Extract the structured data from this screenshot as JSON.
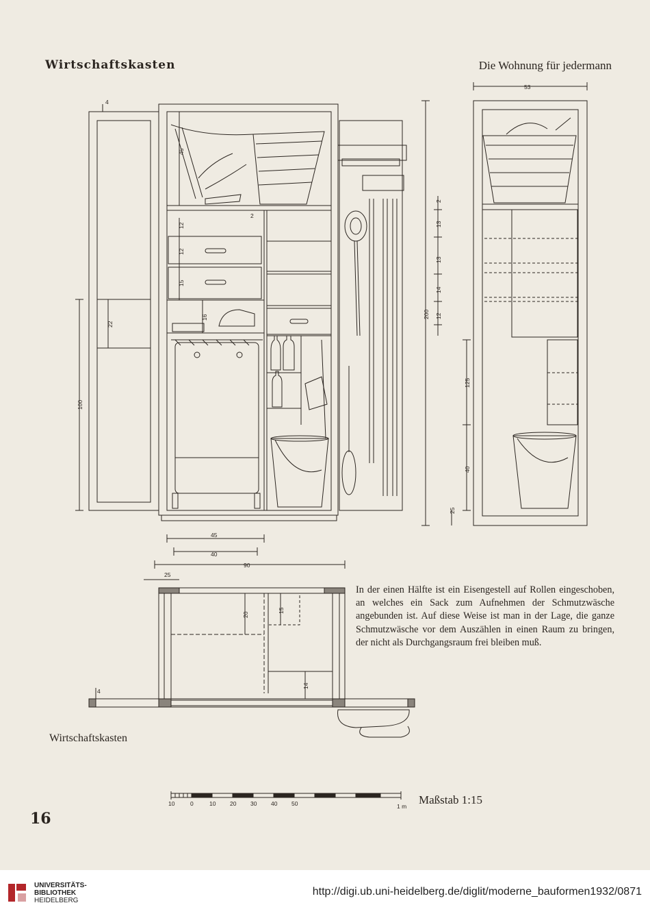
{
  "header": {
    "left_title": "Wirtschaftskasten",
    "right_title": "Die Wohnung für jedermann"
  },
  "paragraph": "In der einen Hälfte ist ein Eisengestell auf Rollen eingeschoben, an welches ein Sack zum Aufnehmen der Schmutzwäsche angebunden ist. Auf diese Weise ist man in der Lage, die ganze Schmutzwäsche vor dem Auszählen in einen Raum zu bringen, der nicht als Durchgangsraum frei bleiben muß.",
  "caption": "Wirtschaftskasten",
  "scale": {
    "label": "Maßstab 1:15",
    "ticks": [
      "10",
      "0",
      "10",
      "20",
      "30",
      "40",
      "50",
      "1 m"
    ]
  },
  "page_number": "16",
  "dimensions": {
    "front": [
      "4",
      "45",
      "12",
      "12",
      "15",
      "16",
      "22",
      "100",
      "2"
    ],
    "side": [
      "53",
      "2",
      "13",
      "13",
      "14",
      "12",
      "200",
      "125",
      "40",
      "25"
    ],
    "bottom": [
      "45",
      "40",
      "90"
    ],
    "plan": [
      "25",
      "20",
      "15",
      "14",
      "4"
    ]
  },
  "footer": {
    "institution": [
      "UNIVERSITÄTS-",
      "BIBLIOTHEK",
      "HEIDELBERG"
    ],
    "url": "http://digi.ub.uni-heidelberg.de/diglit/moderne_bauformen1932/0871"
  },
  "colors": {
    "paper": "#efebe2",
    "ink": "#2b2520",
    "logo_red": "#b3262a"
  }
}
